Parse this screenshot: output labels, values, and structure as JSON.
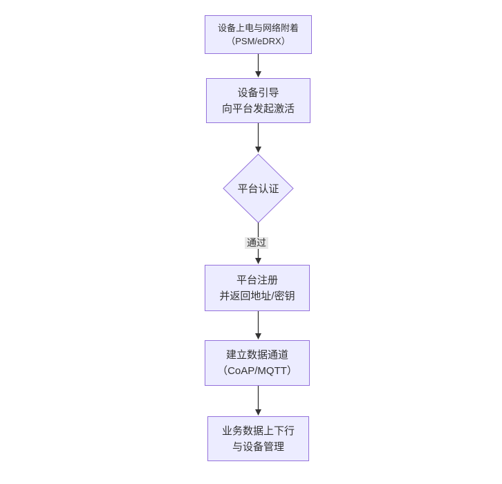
{
  "flowchart": {
    "nodes": [
      {
        "line1": "设备上电与网络附着",
        "line2": "（PSM/eDRX）"
      },
      {
        "line1": "设备引导",
        "line2": "向平台发起激活"
      },
      {
        "label": "平台认证"
      },
      {
        "line1": "平台注册",
        "line2": "并返回地址/密钥"
      },
      {
        "line1": "建立数据通道",
        "line2": "（CoAP/MQTT）"
      },
      {
        "line1": "业务数据上下行",
        "line2": "与设备管理"
      }
    ],
    "edge_labels": {
      "auth_pass": "通过"
    },
    "colors": {
      "node_fill": "#ECECFF",
      "node_border": "#9370DB",
      "text": "#333333",
      "edge": "#333333",
      "edge_label_bg": "#e8e8e8",
      "background": "#ffffff"
    }
  }
}
